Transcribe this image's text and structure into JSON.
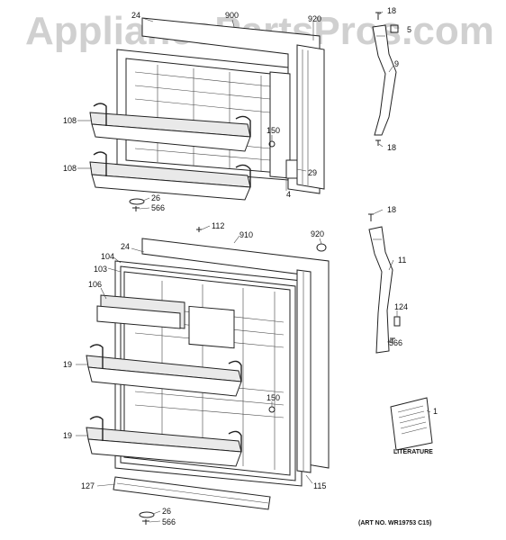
{
  "watermark": "AppliancePartsPros.com",
  "literature_label": "LITERATURE",
  "art_number": "(ART NO. WR19753 C15)",
  "callouts": {
    "c24_top": "24",
    "c900": "900",
    "c920_top": "920",
    "c18_a": "18",
    "c5": "5",
    "c9": "9",
    "c108_a": "108",
    "c108_b": "108",
    "c150_a": "150",
    "c18_b": "18",
    "c29": "29",
    "c4": "4",
    "c26_a": "26",
    "c566_a": "566",
    "c112": "112",
    "c910": "910",
    "c920_b": "920",
    "c18_c": "18",
    "c24_b": "24",
    "c104": "104",
    "c103": "103",
    "c106": "106",
    "c11": "11",
    "c124": "124",
    "c566_b": "566",
    "c19_a": "19",
    "c150_b": "150",
    "c1": "1",
    "c19_b": "19",
    "c127": "127",
    "c115": "115",
    "c26_b": "26",
    "c566_c": "566"
  }
}
